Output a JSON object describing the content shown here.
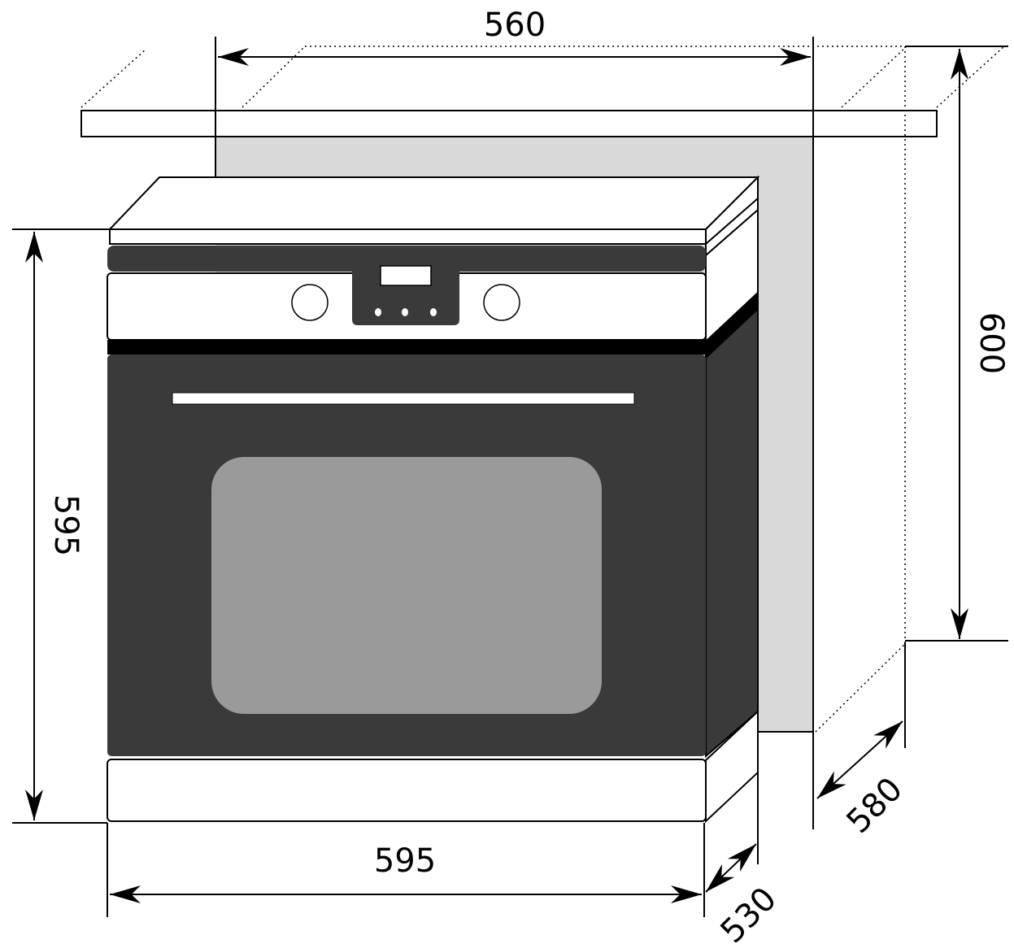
{
  "title": "Built-in oven installation dimensions",
  "dimensions": {
    "niche_width": "560",
    "niche_height": "600",
    "niche_depth": "580",
    "oven_height": "595",
    "oven_width": "595",
    "oven_depth": "530"
  },
  "colors": {
    "niche": "#d9d9d9",
    "oven_dark": "#3a3a3a",
    "window": "#9a9a9a"
  }
}
